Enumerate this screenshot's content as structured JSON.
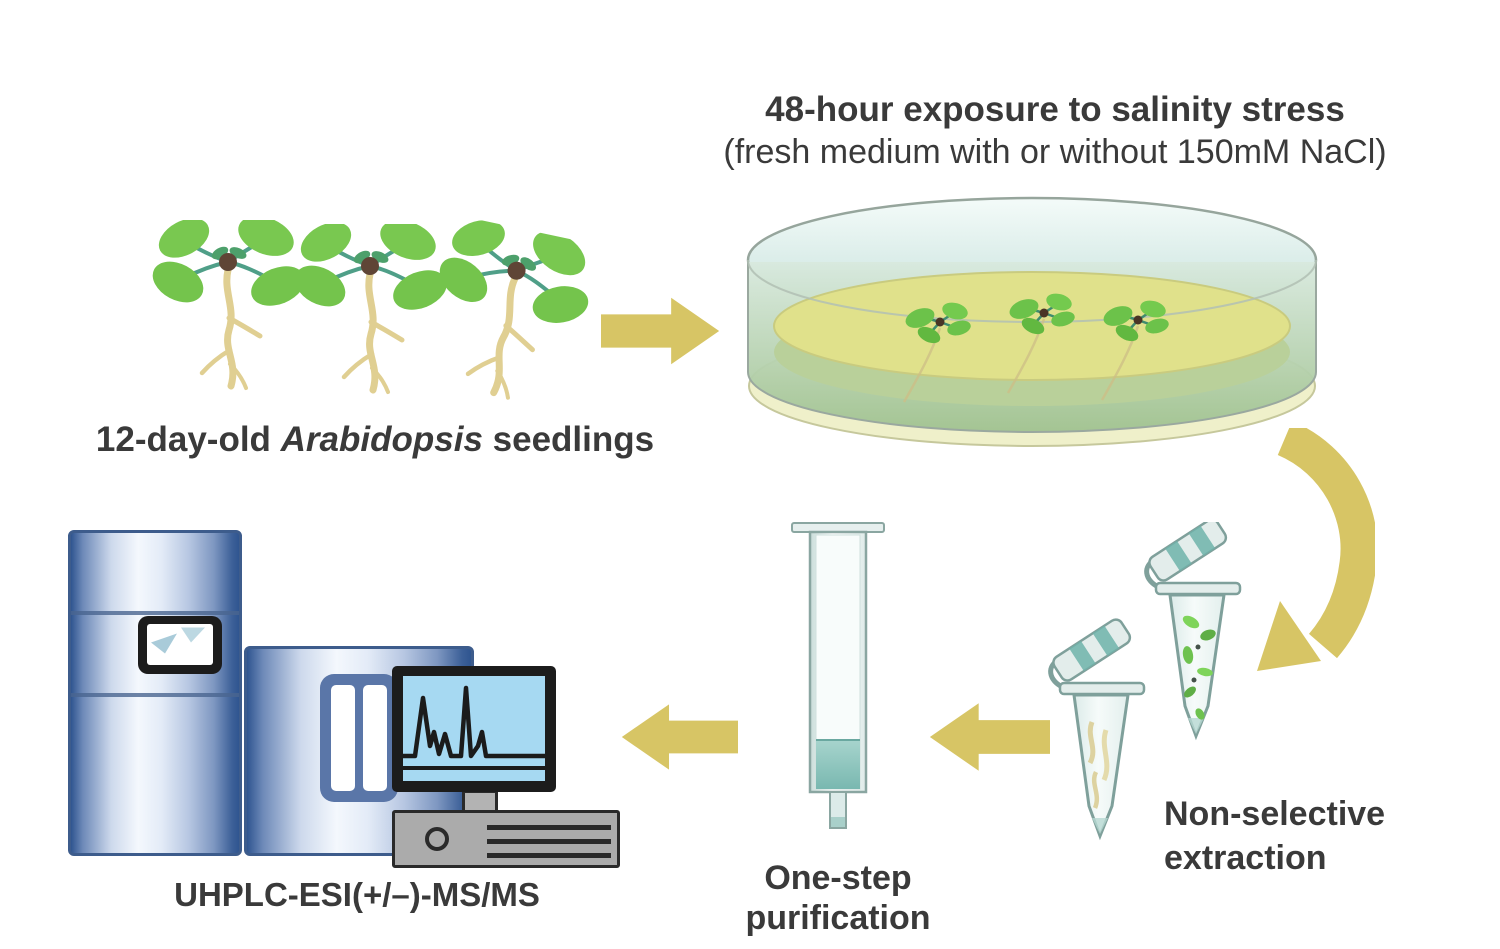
{
  "title": {
    "line1": "48-hour exposure to salinity stress",
    "line2": "(fresh medium with or without 150mM NaCl)"
  },
  "labels": {
    "seedlings_prefix": "12-day-old ",
    "seedlings_species": "Arabidopsis",
    "seedlings_suffix": " seedlings",
    "extraction_line1": "Non-selective",
    "extraction_line2": "extraction",
    "purification_line1": "One-step",
    "purification_line2": "purification",
    "instrument": "UHPLC-ESI(+/–)-MS/MS"
  },
  "colors": {
    "text": "#3a3a3a",
    "arrow": "#d7c565",
    "leaf-green": "#79c850",
    "root-tan": "#e0cf92",
    "petiole-teal": "#4f9f88",
    "seed-brown": "#5f4536",
    "medium-yellow": "#e0e18b",
    "dish-glass": "#d9ece8",
    "dish-base": "#eff0ca",
    "tube-outline": "#7fa09b",
    "tube-fill": "#f1f7f6",
    "tube-accent": "#6fb3aa",
    "sorbent-teal": "#8ac6c0",
    "instrument-blue": "#3c5f97",
    "panel-navy": "#5a76a8",
    "screen-blue": "#a6d9f2",
    "computer-gray": "#ababab"
  }
}
